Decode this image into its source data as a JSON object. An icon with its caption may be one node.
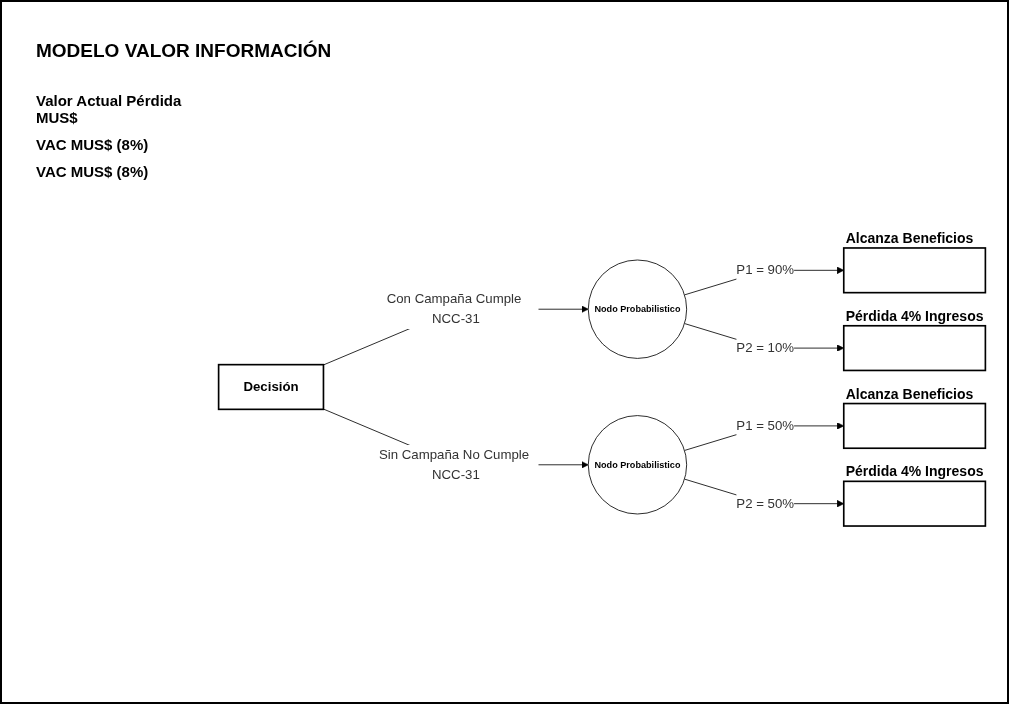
{
  "diagram": {
    "title": "MODELO VALOR INFORMACIÓN",
    "nodes": [
      {
        "text": [
          "Decisión"
        ]
      },
      {
        "text": [
          "Nodo Probabilistico"
        ]
      },
      {
        "text": [],
        "shape": "box",
        "beside": [
          "Alcanza Beneficios"
        ]
      },
      {
        "text": [],
        "shape": "box",
        "beside": [
          "Pérdida 4% Ingresos"
        ]
      },
      {
        "text": [
          "Nodo Probabilistico"
        ]
      },
      {
        "text": [],
        "shape": "box",
        "beside": [
          "Alcanza Beneficios"
        ]
      },
      {
        "text": [],
        "shape": "box",
        "beside": [
          "Pérdida 4% Ingresos"
        ]
      }
    ],
    "edges": [
      {
        "from": 0,
        "to": 1,
        "arrow": "to",
        "label": "Con Campaña Cumple NCC-31"
      },
      {
        "from": 1,
        "to": 2,
        "arrow": "to",
        "label": "P1 = 90%"
      },
      {
        "from": 1,
        "to": 3,
        "arrow": "to",
        "label": "P2 = 10%"
      },
      {
        "from": 0,
        "to": 4,
        "arrow": "to",
        "label": "Sin Campaña No Cumple NCC-31"
      },
      {
        "from": 4,
        "to": 5,
        "arrow": "to",
        "label": "P1 = 50%"
      },
      {
        "from": 4,
        "to": 6,
        "arrow": "to",
        "label": "P2 = 50%"
      }
    ],
    "labels": [
      "Valor Actual Pérdida MUS$",
      "VAC MUS$ (8%)",
      "VAC MUS$ (8%)"
    ]
  }
}
